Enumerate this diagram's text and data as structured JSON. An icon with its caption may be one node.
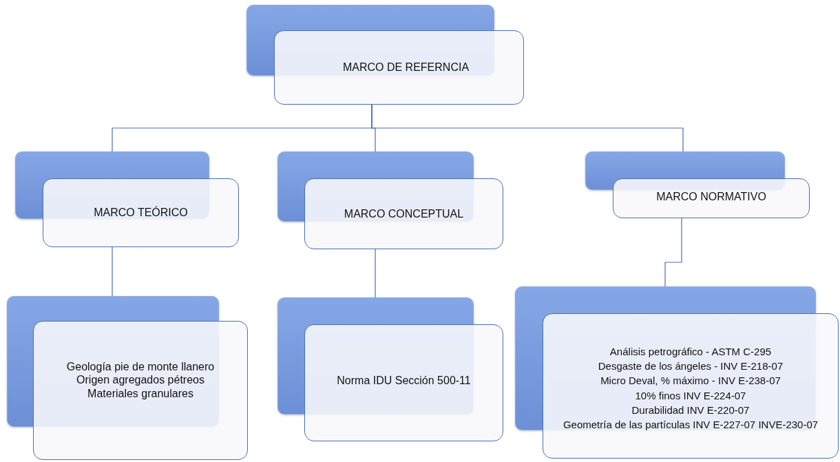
{
  "diagram": {
    "nodes": [
      {
        "text": [
          "MARCO DE REFERNCIA"
        ]
      },
      {
        "text": [
          "MARCO TEÓRICO"
        ]
      },
      {
        "text": [
          "MARCO CONCEPTUAL"
        ]
      },
      {
        "text": [
          "MARCO NORMATIVO"
        ]
      },
      {
        "text": [
          "Geología pie de monte llanero",
          "Origen agregados pétreos",
          "Materiales granulares"
        ]
      },
      {
        "text": [
          "Norma IDU Sección 500-11"
        ]
      },
      {
        "text": [
          "Análisis petrográfico - ASTM C-295",
          "Desgaste de los ángeles - INV E-218-07",
          "Micro Deval, % máximo - INV E-238-07",
          "10% finos  INV E-224-07",
          "Durabilidad INV E-220-07",
          "Geometría de las partículas  INV E-227-07 INVE-230-07"
        ]
      }
    ],
    "edges": [
      {
        "from": 0,
        "to": 1,
        "arrow": "none"
      },
      {
        "from": 0,
        "to": 2,
        "arrow": "none"
      },
      {
        "from": 0,
        "to": 3,
        "arrow": "none"
      },
      {
        "from": 1,
        "to": 4,
        "arrow": "none"
      },
      {
        "from": 2,
        "to": 5,
        "arrow": "none"
      },
      {
        "from": 3,
        "to": 6,
        "arrow": "none"
      }
    ]
  }
}
